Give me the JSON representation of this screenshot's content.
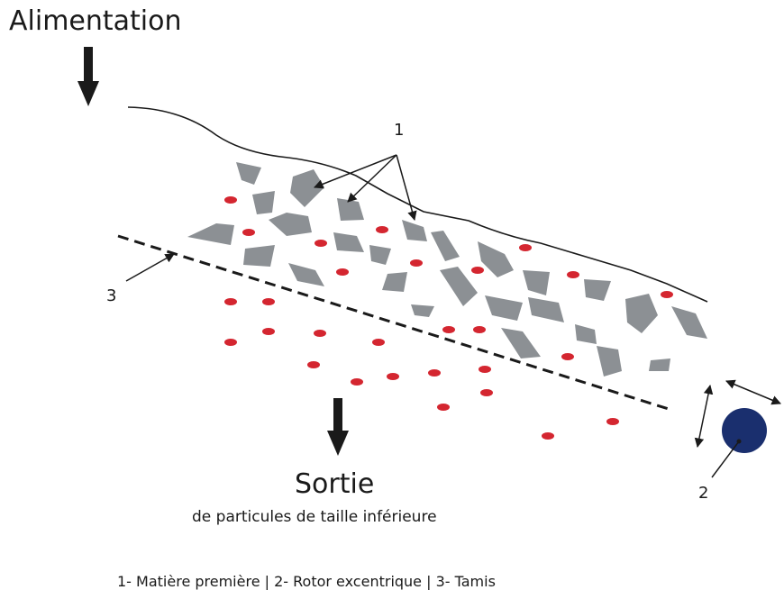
{
  "title": "Alimentation",
  "output": {
    "title": "Sortie",
    "subtitle": "de particules de taille inférieure"
  },
  "labels": {
    "raw_material": "1",
    "rotor": "2",
    "screen": "3"
  },
  "legend": "1- Matière première | 2- Rotor excentrique | 3- Tamis",
  "colors": {
    "stone": "#8c9094",
    "fine_particle": "#d42630",
    "rotor": "#1a2f6e",
    "line": "#1a1a1a"
  }
}
